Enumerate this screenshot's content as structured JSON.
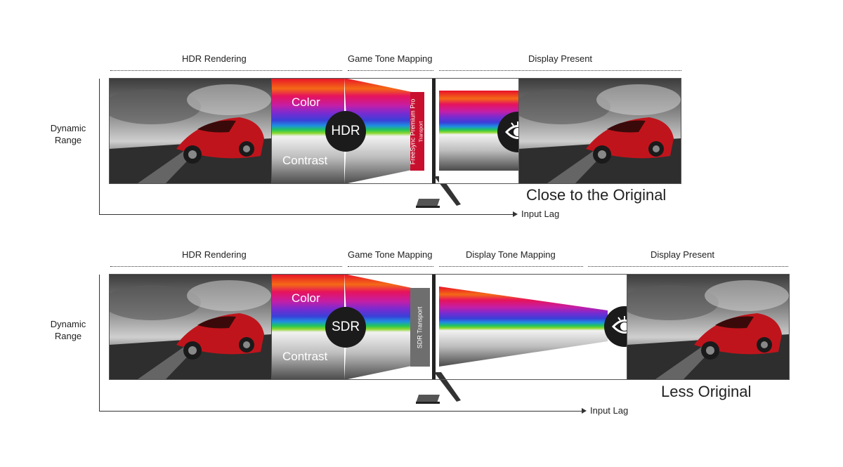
{
  "top": {
    "stages": {
      "hdr_rendering": "HDR Rendering",
      "game_tone_mapping": "Game Tone Mapping",
      "display_present": "Display Present"
    },
    "y_axis_label": "Dynamic\nRange",
    "x_axis_label": "Input Lag",
    "color_label": "Color",
    "contrast_label": "Contrast",
    "badge": "HDR",
    "transport_line1": "FreeSync Premium Pro",
    "transport_line2": "Transport",
    "caption": "Close to the Original",
    "transport_color": "#c8102e"
  },
  "bottom": {
    "stages": {
      "hdr_rendering": "HDR Rendering",
      "game_tone_mapping": "Game Tone Mapping",
      "display_tone_mapping": "Display Tone Mapping",
      "display_present": "Display Present"
    },
    "y_axis_label": "Dynamic\nRange",
    "x_axis_label": "Input Lag",
    "color_label": "Color",
    "contrast_label": "Contrast",
    "badge": "SDR",
    "transport_line1": "SDR Transport",
    "caption": "Less Original",
    "transport_color": "#6e6e6e"
  },
  "icons": {
    "eye": "eye-icon",
    "monitor": "monitor-stand-icon",
    "car": "car-photo"
  }
}
